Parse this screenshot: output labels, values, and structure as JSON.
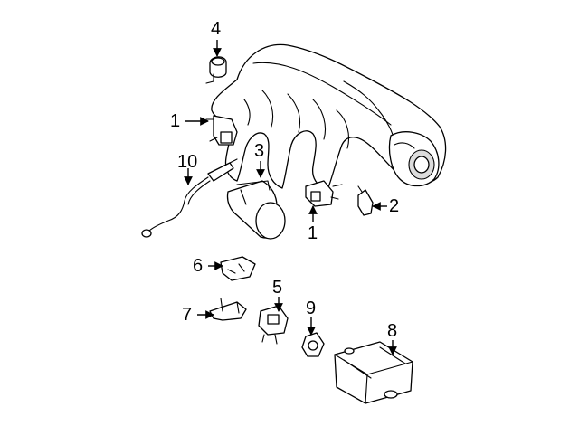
{
  "callouts": {
    "c1a": "1",
    "c1b": "1",
    "c2": "2",
    "c3": "3",
    "c4": "4",
    "c5": "5",
    "c6": "6",
    "c7": "7",
    "c8": "8",
    "c9": "9",
    "c10": "10"
  }
}
